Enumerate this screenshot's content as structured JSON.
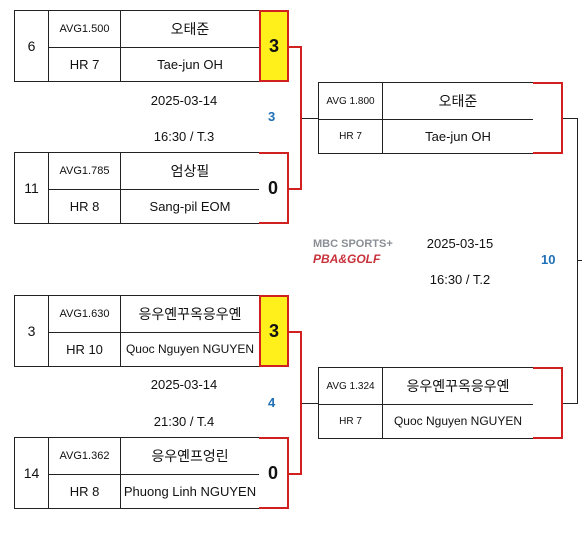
{
  "match_left_top": {
    "p1": {
      "seed": "6",
      "avg": "AVG1.500",
      "hr": "HR 7",
      "name_ko": "오태준",
      "name_en": "Tae-jun OH",
      "score": "3"
    },
    "p2": {
      "seed": "11",
      "avg": "AVG1.785",
      "hr": "HR 8",
      "name_ko": "엄상필",
      "name_en": "Sang-pil EOM",
      "score": "0"
    },
    "date": "2025-03-14",
    "time": "16:30 / T.3",
    "match_no": "3"
  },
  "match_left_bottom": {
    "p1": {
      "seed": "3",
      "avg": "AVG1.630",
      "hr": "HR 10",
      "name_ko": "응우옌꾸옥응우옌",
      "name_en": "Quoc Nguyen NGUYEN",
      "score": "3"
    },
    "p2": {
      "seed": "14",
      "avg": "AVG1.362",
      "hr": "HR 8",
      "name_ko": "응우옌프엉린",
      "name_en": "Phuong Linh NGUYEN",
      "score": "0"
    },
    "date": "2025-03-14",
    "time": "21:30 / T.4",
    "match_no": "4"
  },
  "match_right": {
    "p1": {
      "avg": "AVG 1.800",
      "hr": "HR 7",
      "name_ko": "오태준",
      "name_en": "Tae-jun OH"
    },
    "p2": {
      "avg": "AVG 1.324",
      "hr": "HR 7",
      "name_ko": "응우옌꾸옥응우옌",
      "name_en": "Quoc Nguyen NGUYEN"
    },
    "date": "2025-03-15",
    "time": "16:30 / T.2",
    "match_no": "10"
  },
  "logo": {
    "line1": "MBC SPORTS+",
    "line2": "PBA&GOLF"
  },
  "colors": {
    "winner_fill": "#ffef1a",
    "accent_red": "#d02020",
    "match_no_blue": "#1f6fb5"
  }
}
